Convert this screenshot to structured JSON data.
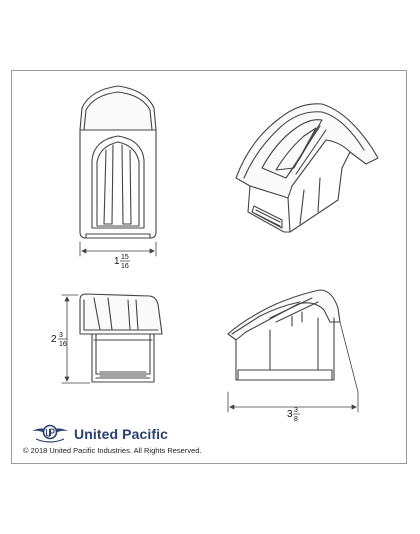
{
  "drawing": {
    "dimensions": {
      "width_front": {
        "whole": "1",
        "num": "15",
        "den": "16"
      },
      "height_side": {
        "whole": "2",
        "num": "3",
        "den": "16"
      },
      "length_side": {
        "whole": "3",
        "num": "3",
        "den": "8"
      }
    }
  },
  "footer": {
    "brand_name": "United Pacific",
    "copyright": "© 2018 United Pacific Industries. All Rights Reserved."
  },
  "colors": {
    "line": "#444444",
    "brand": "#2a3f73",
    "frame": "#9a9a9a"
  },
  "icons": [
    "united-pacific-logo-icon"
  ]
}
